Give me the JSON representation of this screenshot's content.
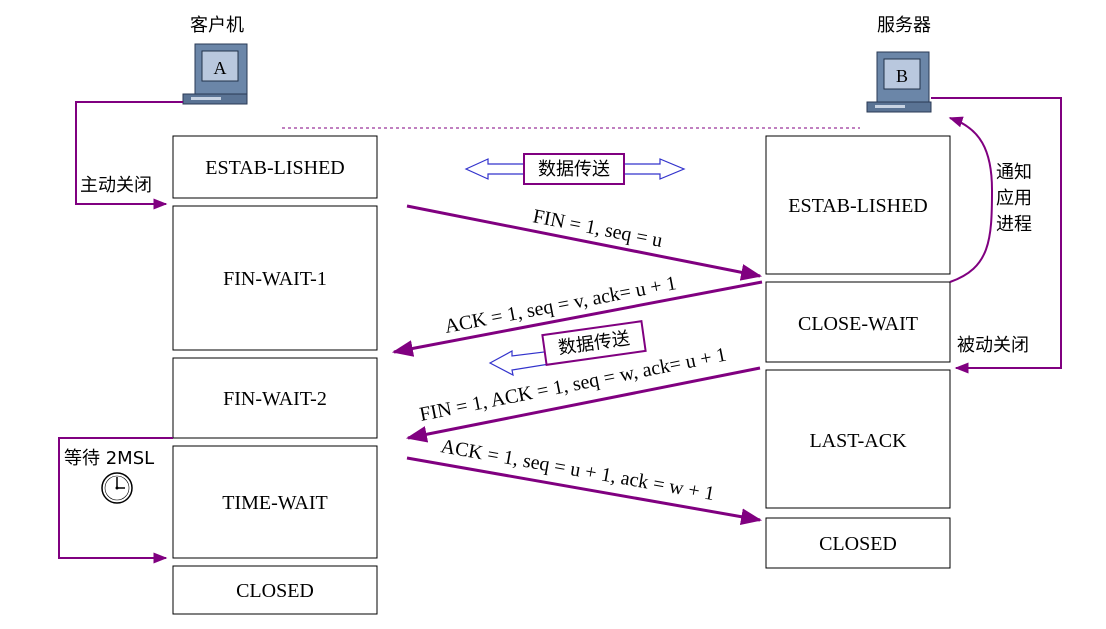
{
  "client": {
    "title": "客户机",
    "letter": "A"
  },
  "server": {
    "title": "服务器",
    "letter": "B"
  },
  "colors": {
    "accent": "#800080",
    "data_arrow": "#3333cc",
    "box_border": "#000000"
  },
  "client_states": [
    "ESTAB-LISHED",
    "FIN-WAIT-1",
    "FIN-WAIT-2",
    "TIME-WAIT",
    "CLOSED"
  ],
  "server_states": [
    "ESTAB-LISHED",
    "CLOSE-WAIT",
    "LAST-ACK",
    "CLOSED"
  ],
  "labels": {
    "active_close": "主动关闭",
    "passive_close": "被动关闭",
    "notify_app": [
      "通知",
      "应用",
      "进程"
    ],
    "wait_2msl": "等待 2MSL",
    "data_transfer_1": "数据传送",
    "data_transfer_2": "数据传送"
  },
  "messages": {
    "m1": "FIN = 1, seq = u",
    "m2": "ACK = 1, seq = v, ack= u + 1",
    "m3": "FIN = 1, ACK = 1, seq = w, ack= u + 1",
    "m4": "ACK = 1, seq = u + 1, ack = w + 1"
  }
}
